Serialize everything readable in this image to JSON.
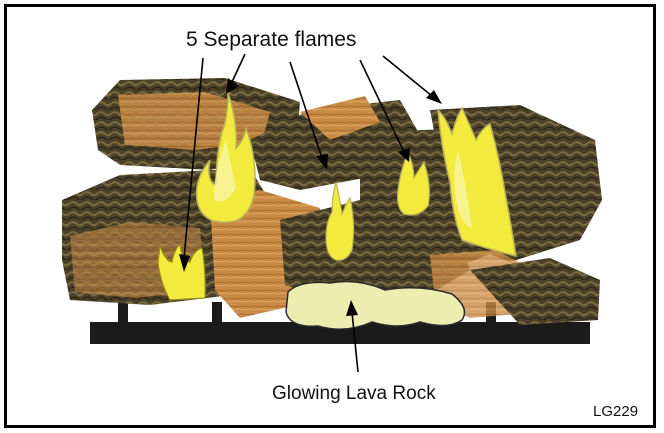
{
  "labels": {
    "flames": "5 Separate flames",
    "lava_rock": "Glowing Lava Rock",
    "figure_id": "LG229"
  },
  "colors": {
    "border": "#000000",
    "flame_fill": "#f2ea3c",
    "flame_inner": "#fbf7b3",
    "lava_rock": "#ecedb0",
    "log_bark": "#4a4128",
    "log_wood": "#c98b45",
    "grate": "#1b1b1b"
  }
}
